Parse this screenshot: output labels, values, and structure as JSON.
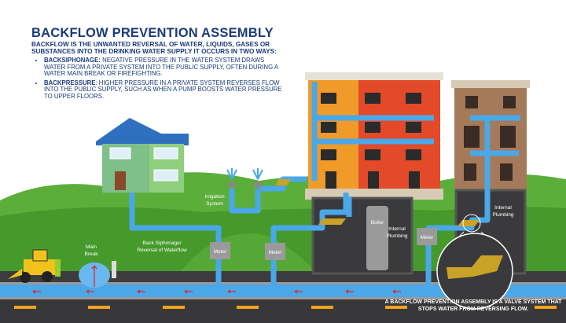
{
  "title": "BACKFLOW PREVENTION ASSEMBLY",
  "lead": "BACKFLOW IS THE UNWANTED REVERSAL OF WATER, LIQUIDS, GASES OR SUBSTANCES INTO THE DRINKING WATER SUPPLY IT OCCURS IN TWO WAYS:",
  "bullets": [
    {
      "term": "BACKSIPHONAGE:",
      "text": " NEGATIVE PRESSURE IN THE WATER SYSTEM DRAWS WATER FROM A PRIVATE SYSTEM INTO THE PUBLIC SUPPLY, OFTEN DURING A WATER MAIN BREAK OR FIREFIGHTING."
    },
    {
      "term": "BACKPRESSURE",
      "text": ": HIGHER PRESSURE IN A PRIVATE SYSTEM REVERSES FLOW INTO THE PUBLIC SUPPLY, SUCH AS WHEN A PUMP BOOSTS WATER PRESSURE TO UPPER FLOORS."
    }
  ],
  "labels": {
    "irrigation_1": "Irrigation",
    "irrigation_2": "System",
    "main_break_1": "Main",
    "main_break_2": "Break",
    "back_siphonage_1": "Back Siphonage/",
    "back_siphonage_2": "Reversal of Waterflow",
    "meter": "Meter",
    "boiler": "Boiler",
    "internal_1": "Internal",
    "internal_2": "Plumbing"
  },
  "caption": "A BACKFLOW PREVENTION ASSEMBLY IS A VALVE SYSTEM THAT STOPS WATER FROM REVERSING FLOW.",
  "colors": {
    "title": "#1b3a7a",
    "water": "#4aa8e8",
    "grass": "#4c9a2e",
    "road": "#3a3a3c",
    "valve": "#c9a227",
    "arrow": "#e0262b"
  }
}
